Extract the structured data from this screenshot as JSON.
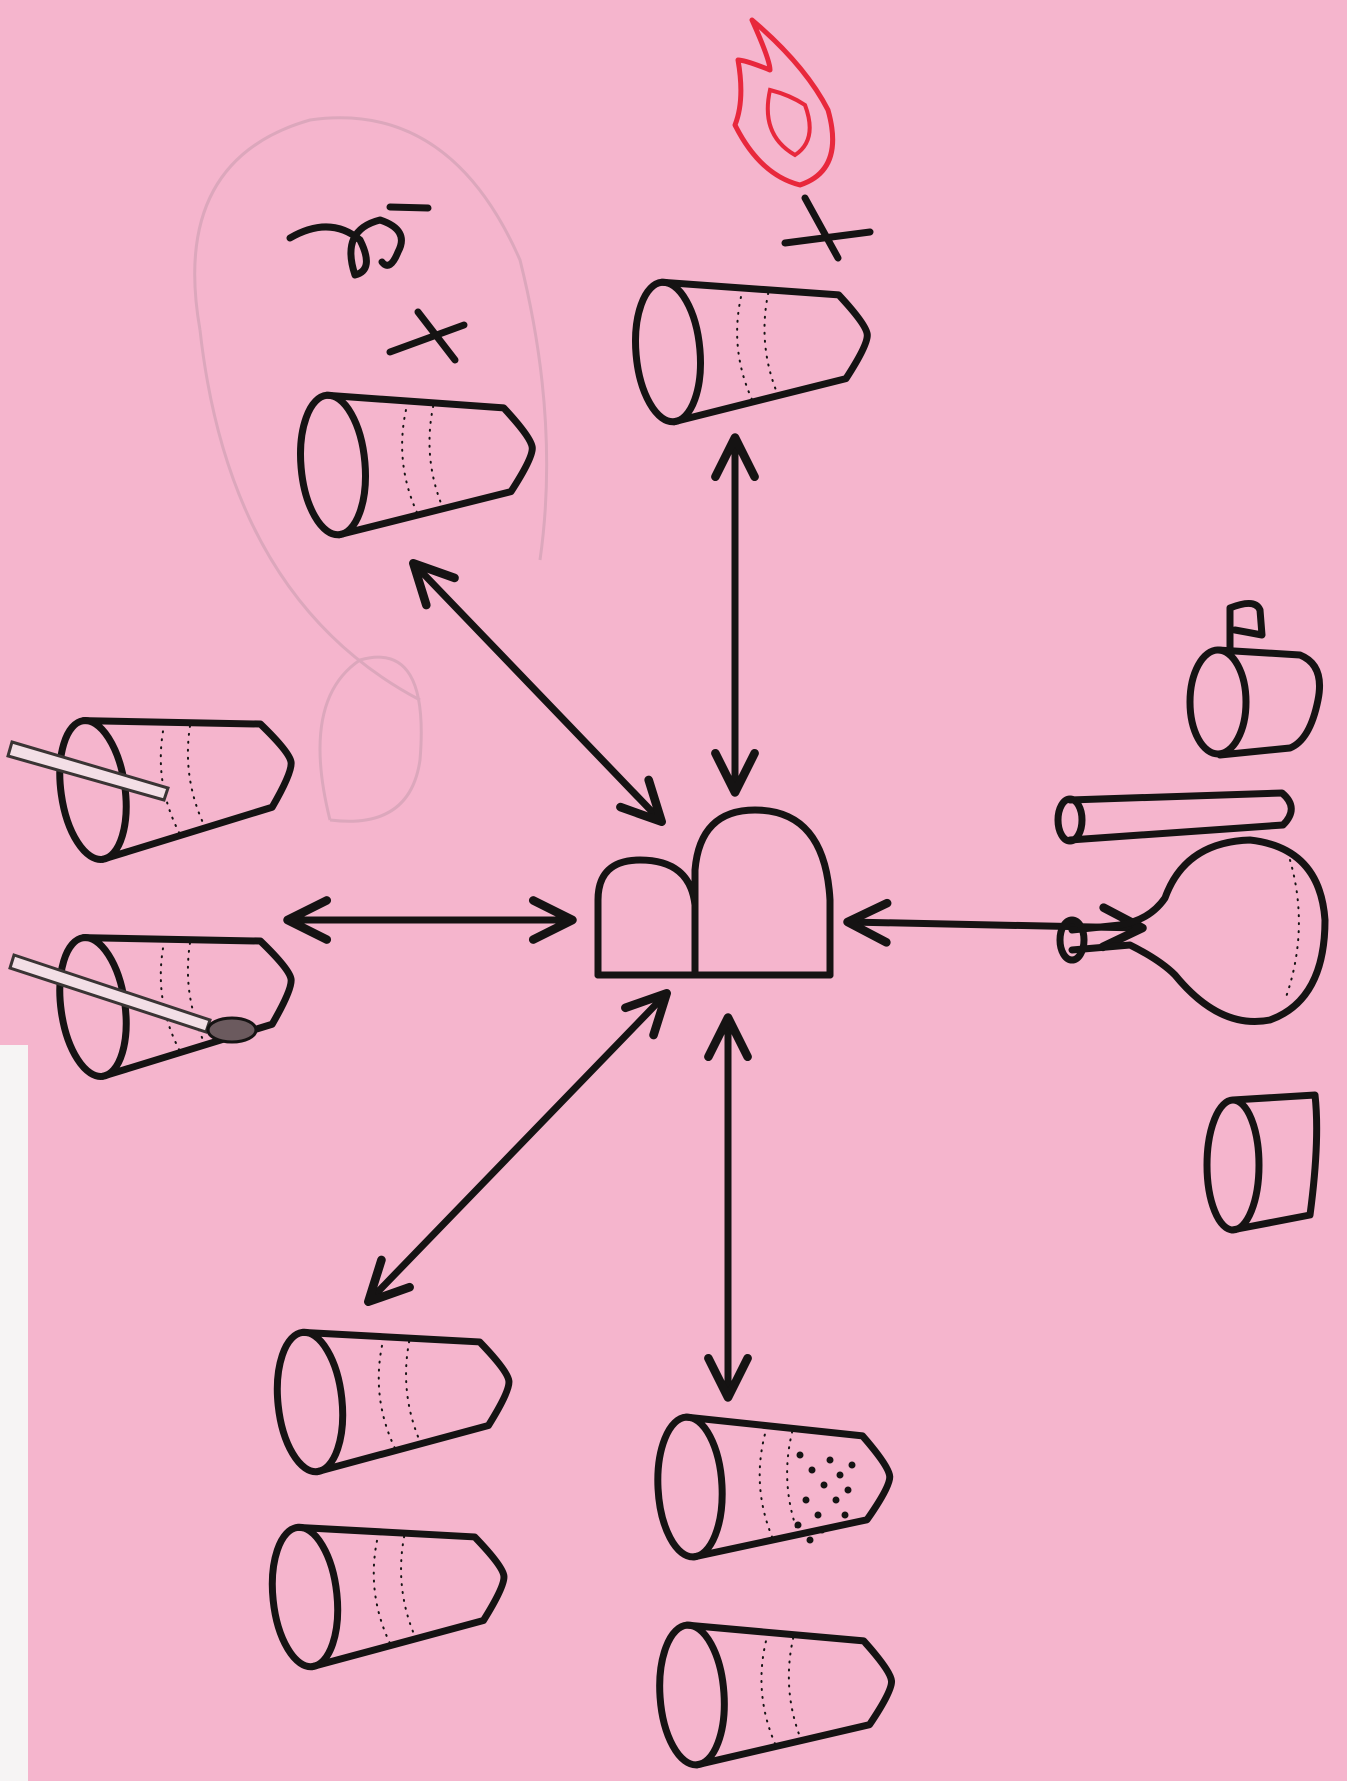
{
  "sheet": {
    "background_color": "#f5b5cd",
    "ink_color": "#151313",
    "accent_color": "#e8283c"
  },
  "diagram": {
    "center": {
      "icon": "double-arch-housing-icon"
    },
    "branches": [
      {
        "id": "top-left",
        "icons": [
          "tilted-cup-icon"
        ],
        "marks": [
          "x-mark-icon",
          "squiggle-icon"
        ]
      },
      {
        "id": "top",
        "icons": [
          "tilted-cup-icon"
        ],
        "marks": [
          "x-mark-icon",
          "flame-icon"
        ]
      },
      {
        "id": "left",
        "icons": [
          "cup-with-stick-icon",
          "cup-with-spoon-icon"
        ]
      },
      {
        "id": "right",
        "icons": [
          "mug-icon",
          "tube-icon",
          "round-flask-icon",
          "small-cup-icon"
        ]
      },
      {
        "id": "bottom-left",
        "icons": [
          "tilted-cup-icon",
          "tilted-cup-icon"
        ]
      },
      {
        "id": "bottom",
        "icons": [
          "dotted-cup-icon",
          "tilted-cup-icon"
        ]
      }
    ]
  }
}
